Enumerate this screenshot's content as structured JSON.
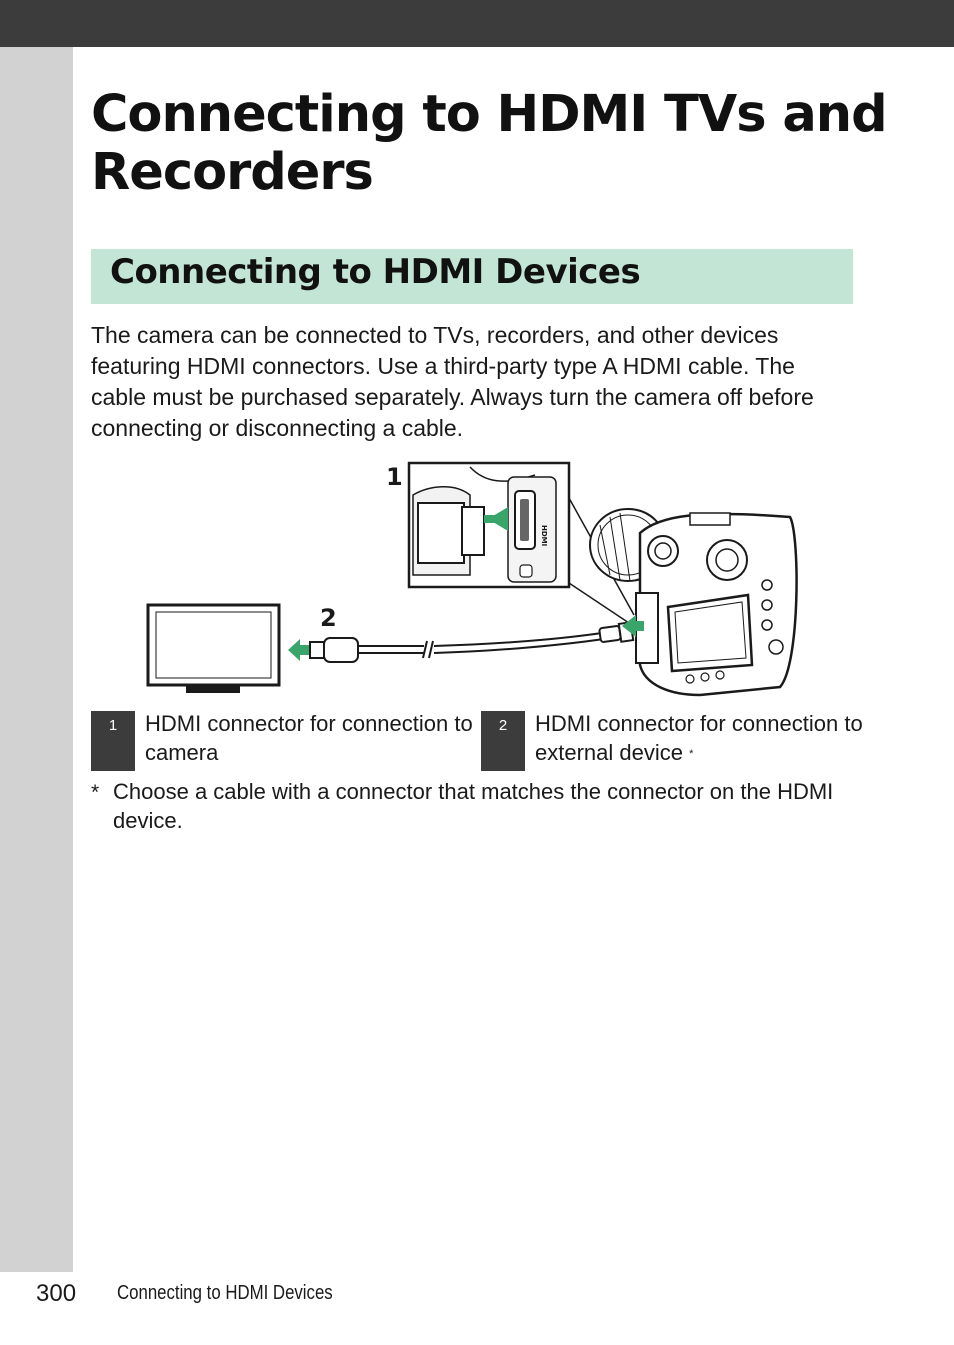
{
  "page": {
    "title": "Connecting to HDMI TVs and Recorders",
    "section_heading": "Connecting to HDMI Devices",
    "intro": "The camera can be connected to TVs, recorders, and other devices featuring HDMI connectors. Use a third-party type A HDMI cable. The cable must be purchased separately. Always turn the camera off before connecting or disconnecting a cable."
  },
  "figure": {
    "callouts": [
      "1",
      "2"
    ],
    "port_label": "HDMI"
  },
  "legend": [
    {
      "number": "1",
      "text": "HDMI connector for connection to camera",
      "mark": ""
    },
    {
      "number": "2",
      "text": "HDMI connector for connection to external device",
      "mark": "*"
    }
  ],
  "footnote": {
    "mark": "*",
    "text": "Choose a cable with a connector that matches the connector on the HDMI device."
  },
  "footer": {
    "page_number": "300",
    "section": "Connecting to HDMI Devices"
  },
  "colors": {
    "top_bar": "#3c3c3c",
    "sidebar": "#d2d2d2",
    "section_band": "#c3e5d6",
    "arrow": "#3aa56b"
  }
}
